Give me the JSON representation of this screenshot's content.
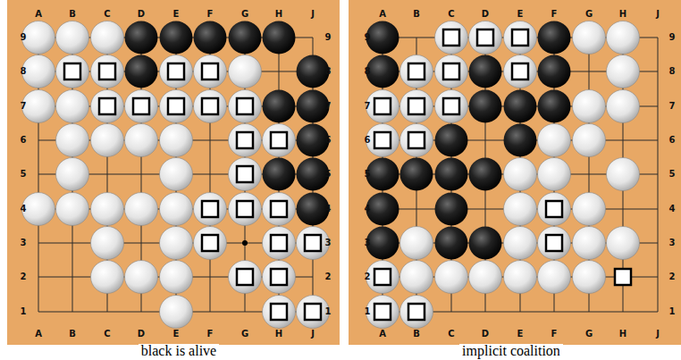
{
  "diagram": {
    "labels": [
      "A",
      "B",
      "C",
      "D",
      "E",
      "F",
      "G",
      "H",
      "J",
      "9",
      "8",
      "7",
      "6",
      "5",
      "4",
      "3",
      "2",
      "1",
      "9",
      "8",
      "7",
      "6",
      "5",
      "4",
      "3",
      "2",
      "1",
      "A",
      "B",
      "C",
      "D",
      "E",
      "F",
      "G",
      "H",
      "J",
      "A",
      "B",
      "C",
      "D",
      "E",
      "F",
      "G",
      "H",
      "J",
      "9",
      "8",
      "7",
      "6",
      "5",
      "4",
      "3",
      "2",
      "1",
      "9",
      "8",
      "7",
      "6",
      "5",
      "4",
      "3",
      "2",
      "1",
      "A",
      "B",
      "C",
      "D",
      "E",
      "F",
      "G",
      "H",
      "J",
      "black is alive",
      "implicit coalition"
    ]
  }
}
